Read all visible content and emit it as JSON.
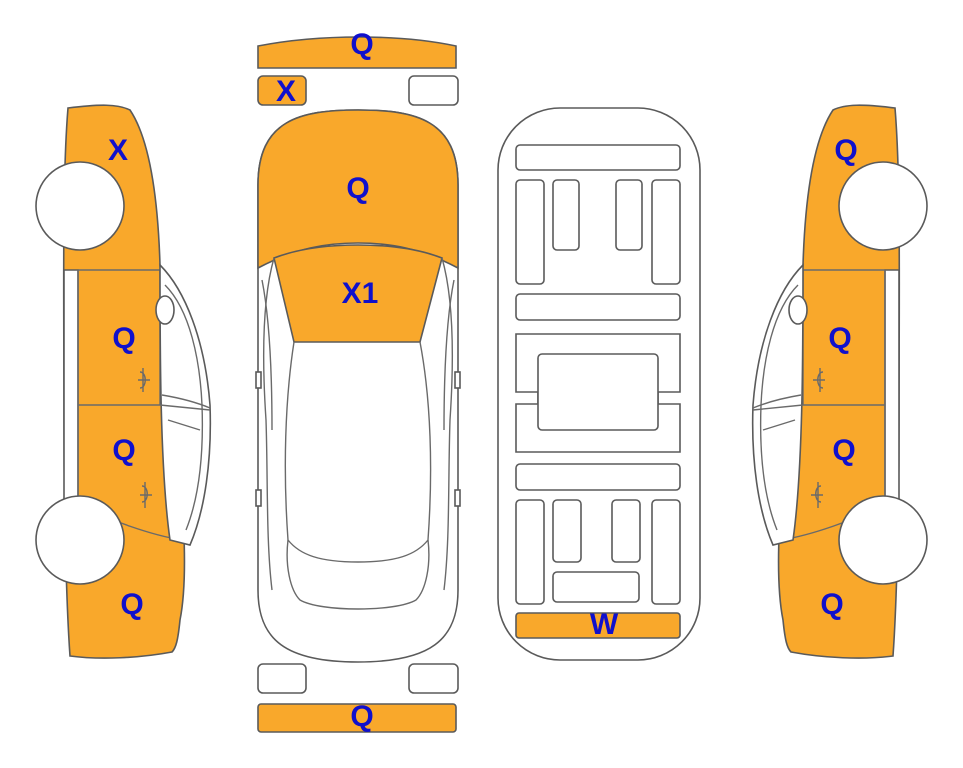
{
  "colors": {
    "damaged": "#F9A82B",
    "label": "#1010CC",
    "outline": "#5a5a5a",
    "background": "#ffffff"
  },
  "labels": {
    "front_bumper": "Q",
    "left_headlight": "X",
    "hood": "Q",
    "windshield": "X1",
    "rear_bumper": "Q",
    "trunk_panel": "W",
    "left_front_fender": "X",
    "left_front_door": "Q",
    "left_rear_door": "Q",
    "left_rear_quarter": "Q",
    "right_front_fender": "Q",
    "right_front_door": "Q",
    "right_rear_door": "Q",
    "right_rear_quarter": "Q"
  }
}
